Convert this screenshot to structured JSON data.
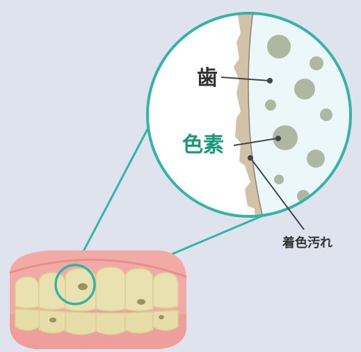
{
  "labels": {
    "tooth": "歯",
    "pigment": "色素",
    "stain": "着色汚れ"
  },
  "colors": {
    "background": "#dfe3ee",
    "teal_outline": "#35b3a6",
    "pigment_label": "#1a9a7a",
    "text_dark": "#333333",
    "gum": "#f1aaa6",
    "tooth": "#e9e2b0",
    "enamel_band": "#d2c3a8",
    "inner_zone": "#ecf7fa",
    "particle": "#aeb7a2"
  },
  "icons": [
    "denture-illustration",
    "magnifier-circle",
    "pigment-particle"
  ]
}
